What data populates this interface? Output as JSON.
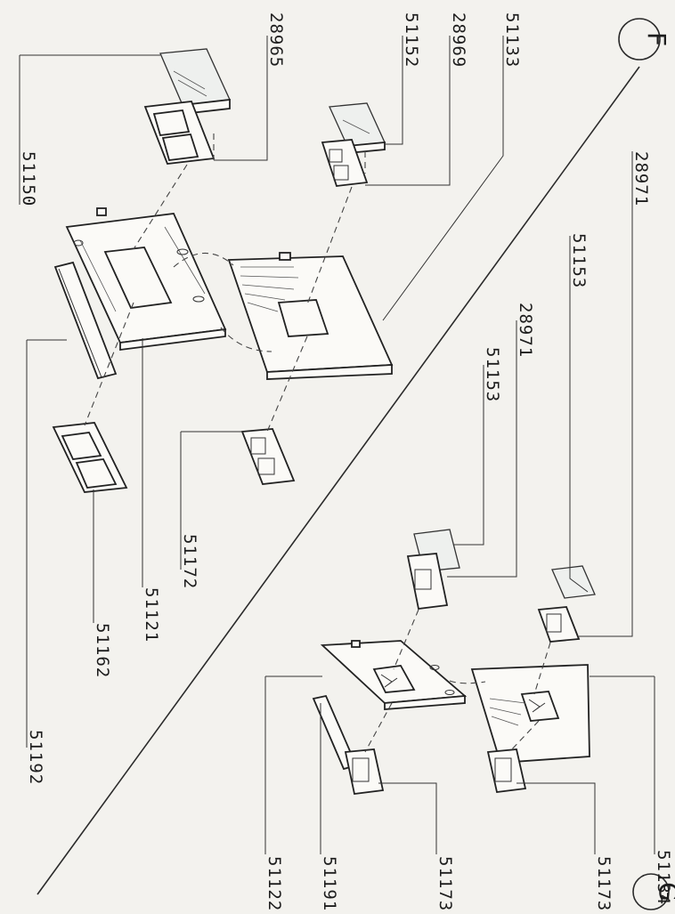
{
  "sections": [
    {
      "letter": "F"
    },
    {
      "letter": "G"
    }
  ],
  "labels": {
    "f_28965": "28965",
    "f_51152": "51152",
    "f_28969": "28969",
    "f_51133": "51133",
    "f_51150": "51150",
    "f_51121": "51121",
    "f_51162": "51162",
    "f_51172": "51172",
    "f_51192": "51192",
    "g_28971_top": "28971",
    "g_51153_top": "51153",
    "g_28971_mid": "28971",
    "g_51153_mid": "51153",
    "g_51134": "51134",
    "g_51173_right": "51173",
    "g_51173_mid": "51173",
    "g_51191": "51191",
    "g_51122": "51122"
  }
}
